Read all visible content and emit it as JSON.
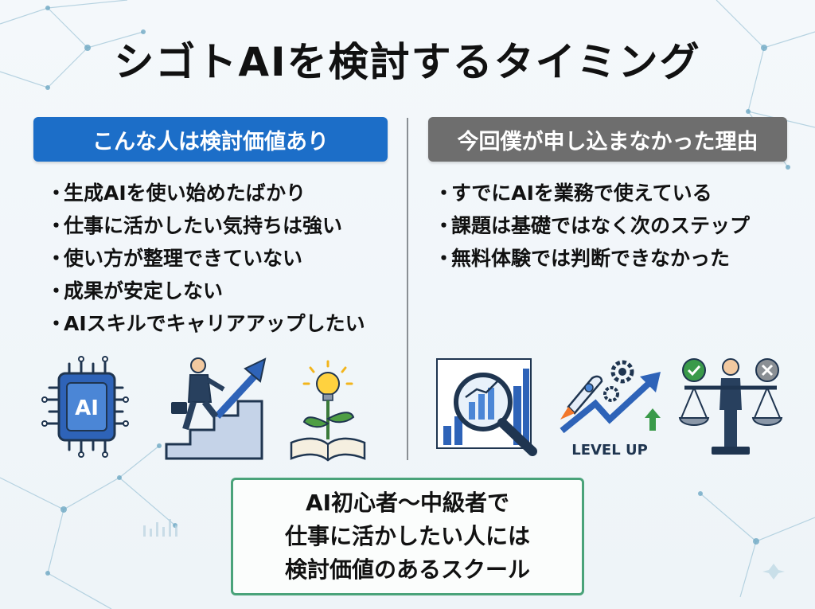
{
  "title": "シゴトAIを検討するタイミング",
  "left": {
    "header": "こんな人は検討価値あり",
    "items": [
      "生成AIを使い始めたばかり",
      "仕事に活かしたい気持ちは強い",
      "使い方が整理できていない",
      "成果が安定しない",
      "AIスキルでキャリアアップしたい"
    ],
    "icons": [
      "ai-chip-icon",
      "businessman-stairs-icon",
      "lightbulb-book-icon"
    ],
    "chip_label": "AI"
  },
  "right": {
    "header": "今回僕が申し込まなかった理由",
    "items": [
      "すでにAIを業務で使えている",
      "課題は基礎ではなく次のステップ",
      "無料体験では判断できなかった"
    ],
    "icons": [
      "magnifier-chart-icon",
      "rocket-level-up-icon",
      "balance-scale-icon"
    ],
    "level_up_label": "LEVEL UP"
  },
  "bullet": "・",
  "summary": {
    "lines": [
      "AI初心者〜中級者で",
      "仕事に活かしたい人には",
      "検討価値のあるスクール"
    ]
  },
  "colors": {
    "left_header": "#1c6ec8",
    "right_header": "#6e6e6e",
    "summary_border": "#4aa37a"
  }
}
